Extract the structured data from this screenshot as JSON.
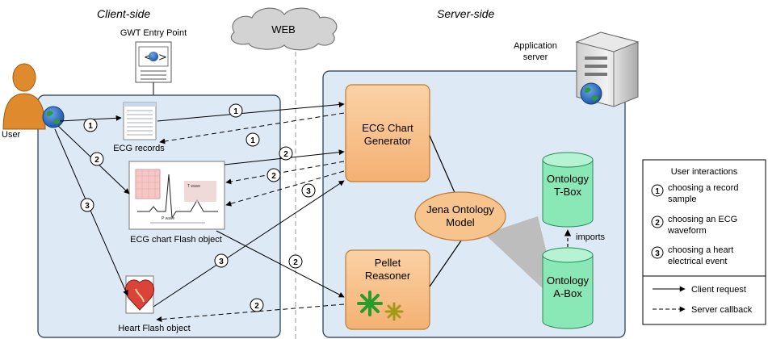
{
  "headers": {
    "client_side": "Client-side",
    "server_side": "Server-side",
    "web": "WEB"
  },
  "nodes": {
    "gwt_entry_point": "GWT Entry Point",
    "user": "User",
    "ecg_records": "ECG records",
    "ecg_chart_flash": "ECG chart Flash object",
    "heart_flash": "Heart Flash object",
    "app_server_line1": "Application",
    "app_server_line2": "server",
    "chart_gen_line1": "ECG Chart",
    "chart_gen_line2": "Generator",
    "jena_line1": "Jena Ontology",
    "jena_line2": "Model",
    "pellet_line1": "Pellet",
    "pellet_line2": "Reasoner",
    "tbox_line1": "Ontology",
    "tbox_line2": "T-Box",
    "abox_line1": "Ontology",
    "abox_line2": "A-Box",
    "imports": "imports"
  },
  "arrow_labels": [
    "1",
    "2",
    "3"
  ],
  "legend": {
    "title": "User interactions",
    "items": [
      {
        "num": "1",
        "line1": "choosing a record",
        "line2": "sample"
      },
      {
        "num": "2",
        "line1": "choosing an ECG",
        "line2": "waveform"
      },
      {
        "num": "3",
        "line1": "choosing a heart",
        "line2": "electrical event"
      }
    ],
    "client_request": "Client request",
    "server_callback": "Server callback"
  },
  "colors": {
    "panel_fill": "#dde9f5",
    "panel_stroke": "#1f3550",
    "box_fill": "#f9c48f",
    "box_stroke": "#c07a30",
    "cylinder_fill": "#8ae8b7",
    "ellipse_fill": "#f6c48c",
    "star_green": "#2b9b2b",
    "star_olive": "#a59a18",
    "user_orange": "#e08a2e"
  }
}
